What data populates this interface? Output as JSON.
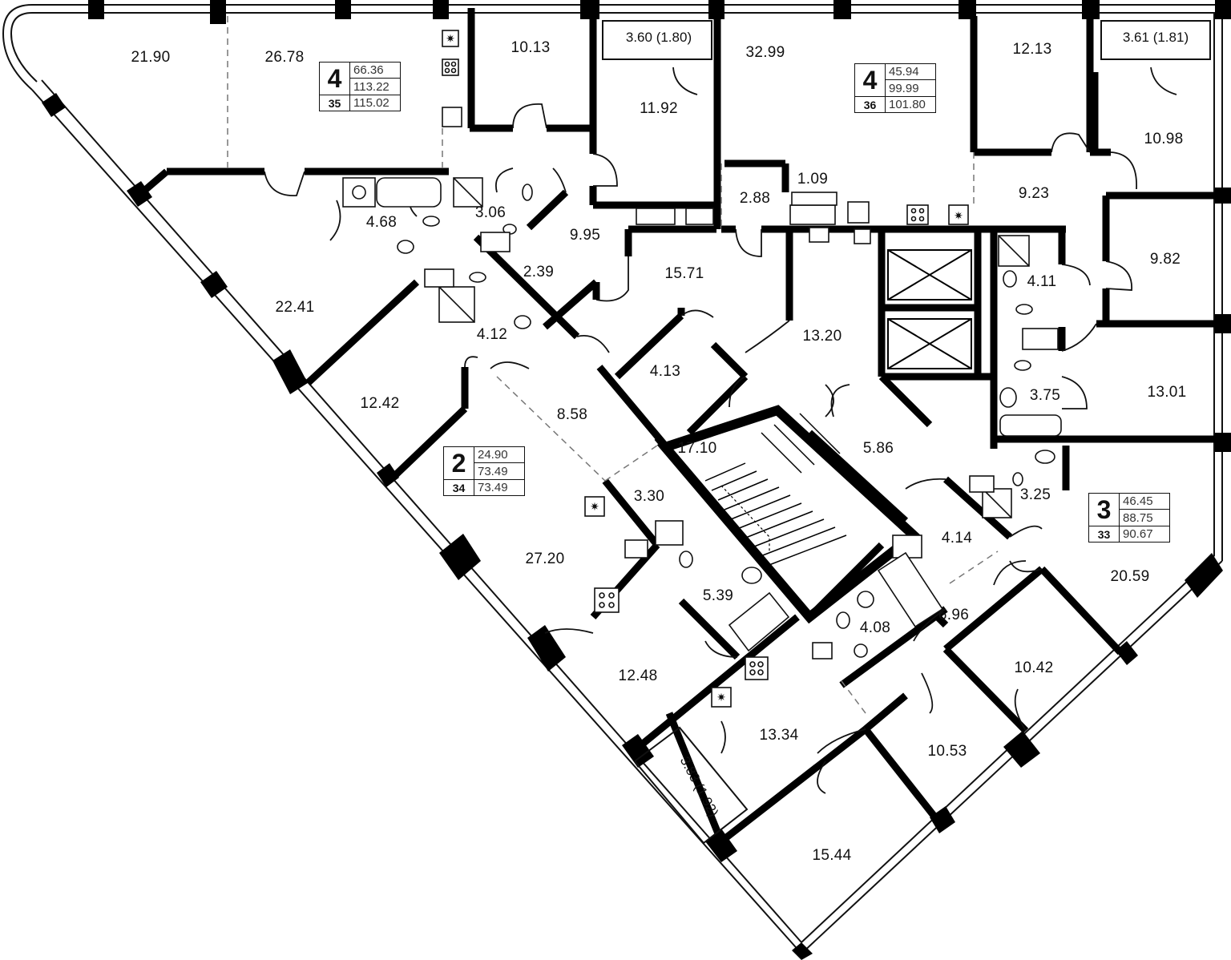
{
  "rooms": [
    {
      "id": "r1",
      "label": "21.90"
    },
    {
      "id": "r2",
      "label": "26.78"
    },
    {
      "id": "r3",
      "label": "10.13"
    },
    {
      "id": "r4",
      "label": "11.92"
    },
    {
      "id": "r5",
      "label": "32.99"
    },
    {
      "id": "r6",
      "label": "12.13"
    },
    {
      "id": "r7",
      "label": "10.98"
    },
    {
      "id": "r8",
      "label": "9.23"
    },
    {
      "id": "r9",
      "label": "9.82"
    },
    {
      "id": "r10",
      "label": "4.68"
    },
    {
      "id": "r11",
      "label": "3.06"
    },
    {
      "id": "r12",
      "label": "9.95"
    },
    {
      "id": "r13",
      "label": "2.88"
    },
    {
      "id": "r14",
      "label": "1.09"
    },
    {
      "id": "r15",
      "label": "22.41"
    },
    {
      "id": "r16",
      "label": "2.39"
    },
    {
      "id": "r17",
      "label": "15.71"
    },
    {
      "id": "r18",
      "label": "4.11"
    },
    {
      "id": "r19",
      "label": "4.12"
    },
    {
      "id": "r20",
      "label": "13.20"
    },
    {
      "id": "r21",
      "label": "4.13"
    },
    {
      "id": "r22",
      "label": "12.42"
    },
    {
      "id": "r23",
      "label": "8.58"
    },
    {
      "id": "r24",
      "label": "3.75"
    },
    {
      "id": "r25",
      "label": "13.01"
    },
    {
      "id": "r26",
      "label": "17.10"
    },
    {
      "id": "r27",
      "label": "5.86"
    },
    {
      "id": "r28",
      "label": "3.30"
    },
    {
      "id": "r29",
      "label": "3.25"
    },
    {
      "id": "r30",
      "label": "4.14"
    },
    {
      "id": "r31",
      "label": "27.20"
    },
    {
      "id": "r32",
      "label": "20.59"
    },
    {
      "id": "r33",
      "label": "5.39"
    },
    {
      "id": "r34",
      "label": "6.96"
    },
    {
      "id": "r35",
      "label": "4.08"
    },
    {
      "id": "r36",
      "label": "10.42"
    },
    {
      "id": "r37",
      "label": "12.48"
    },
    {
      "id": "r38",
      "label": "13.34"
    },
    {
      "id": "r39",
      "label": "10.53"
    },
    {
      "id": "r40",
      "label": "15.44"
    }
  ],
  "balconies": [
    {
      "id": "b1",
      "label": "3.60 (1.80)"
    },
    {
      "id": "b2",
      "label": "3.61 (1.81)"
    },
    {
      "id": "b3",
      "label": "3.83 (1.92)"
    }
  ],
  "apartments": [
    {
      "id": "a35",
      "rooms": "4",
      "number": "35",
      "living": "66.36",
      "total": "113.22",
      "total_with_balcony": "115.02"
    },
    {
      "id": "a36",
      "rooms": "4",
      "number": "36",
      "living": "45.94",
      "total": "99.99",
      "total_with_balcony": "101.80"
    },
    {
      "id": "a34",
      "rooms": "2",
      "number": "34",
      "living": "24.90",
      "total": "73.49",
      "total_with_balcony": "73.49"
    },
    {
      "id": "a33",
      "rooms": "3",
      "number": "33",
      "living": "46.45",
      "total": "88.75",
      "total_with_balcony": "90.67"
    }
  ],
  "colors": {
    "wall": "#000000",
    "line": "#111111",
    "background": "#ffffff",
    "dashed": "#777777"
  }
}
